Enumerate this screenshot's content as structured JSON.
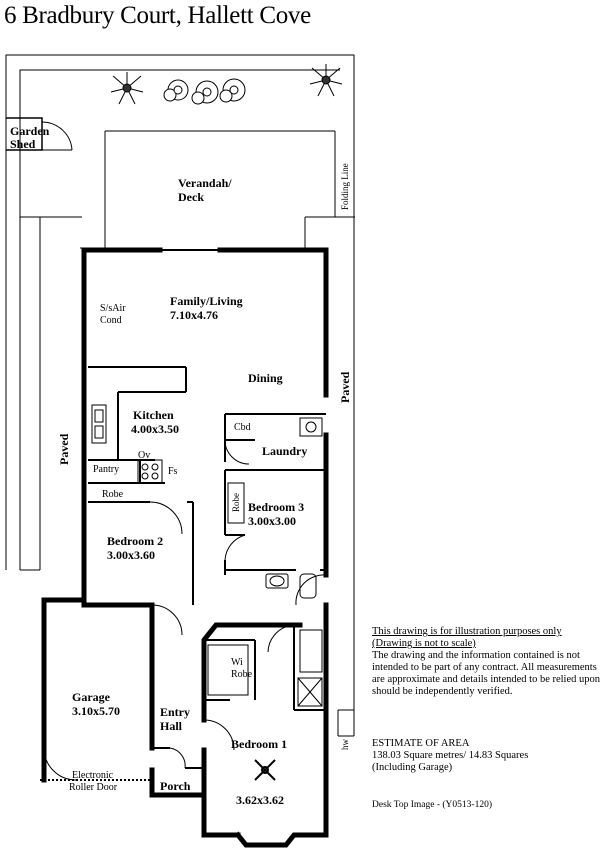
{
  "title": "6 Bradbury Court, Hallett Cove",
  "rooms": {
    "garden_shed": [
      "Garden",
      "Shed"
    ],
    "verandah": [
      "Verandah/",
      "Deck"
    ],
    "folding_line": "Folding Line",
    "family": [
      "Family/Living",
      "7.10x4.76"
    ],
    "ss_air": [
      "S/sAir",
      "Cond"
    ],
    "dining": "Dining",
    "kitchen": [
      "Kitchen",
      "4.00x3.50"
    ],
    "cbd": "Cbd",
    "laundry": "Laundry",
    "pantry": "Pantry",
    "ov": "Ov",
    "fs": "Fs",
    "robe2": "Robe",
    "robe3": "Robe",
    "bedroom2": [
      "Bedroom 2",
      "3.00x3.60"
    ],
    "bedroom3": [
      "Bedroom 3",
      "3.00x3.00"
    ],
    "paved_left": "Paved",
    "paved_right": "Paved",
    "wi_robe": [
      "Wi",
      "Robe"
    ],
    "garage": [
      "Garage",
      "3.10x5.70"
    ],
    "roller_door": [
      "Electronic",
      "Roller Door"
    ],
    "entry": [
      "Entry",
      "Hall"
    ],
    "porch": "Porch",
    "bedroom1": [
      "Bedroom 1",
      "3.62x3.62"
    ],
    "hw": "hw"
  },
  "disclaimer": {
    "line1": "This drawing is for illustration purposes only",
    "line2": "(Drawing is not to scale)",
    "body": "The drawing and the information contained is not intended to be part of any contract.  All measurements are approximate and details intended to be relied upon should be independently verified."
  },
  "estimate": {
    "heading": "ESTIMATE OF AREA",
    "line1": "138.03 Square metres/  14.83 Squares",
    "line2": "(Including Garage)"
  },
  "image_ref": "Desk Top Image - (Y0513-120)"
}
